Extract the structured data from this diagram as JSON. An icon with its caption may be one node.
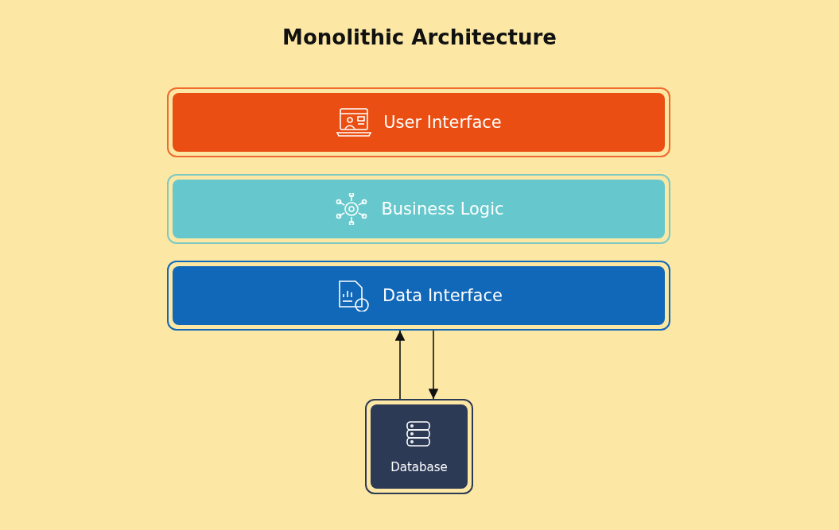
{
  "diagram": {
    "title": "Monolithic Architecture",
    "nodes": [
      {
        "text": [
          "User Interface"
        ]
      },
      {
        "text": [
          "Business Logic"
        ]
      },
      {
        "text": [
          "Data Interface"
        ]
      },
      {
        "text": [
          "Database"
        ]
      }
    ],
    "edges": [
      {
        "from": 3,
        "to": 2,
        "arrow": "to"
      },
      {
        "from": 2,
        "to": 3,
        "arrow": "to"
      }
    ]
  }
}
